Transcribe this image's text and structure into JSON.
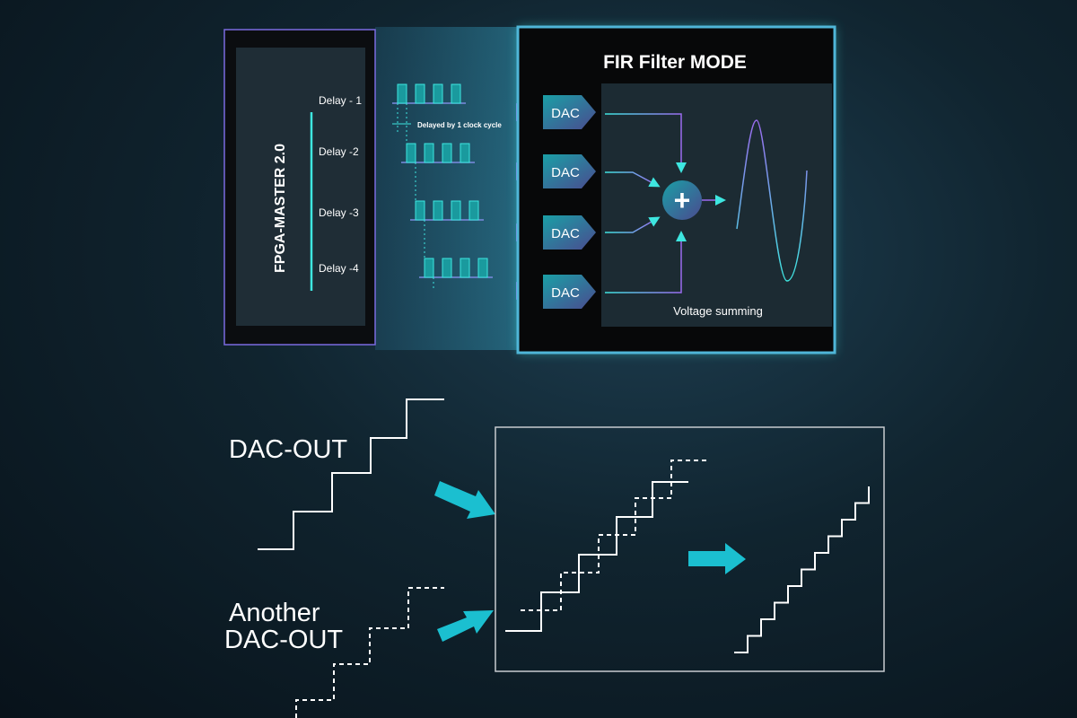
{
  "fpga": {
    "title": "FPGA-MASTER 2.0",
    "delays": [
      "Delay - 1",
      "Delay -2",
      "Delay -3",
      "Delay -4"
    ],
    "delay_note": "Delayed by 1 clock cycle"
  },
  "fir": {
    "title": "FIR Filter MODE",
    "dac_label": "DAC",
    "dacs": [
      "DAC",
      "DAC",
      "DAC",
      "DAC"
    ],
    "sum_symbol": "+",
    "caption": "Voltage summing"
  },
  "bottom": {
    "dac_out": "DAC-OUT",
    "another_line1": "Another",
    "another_line2": "DAC-OUT"
  },
  "colors": {
    "cyan": "#3ee6e0",
    "purple": "#9b6bf0",
    "white": "#ffffff"
  }
}
